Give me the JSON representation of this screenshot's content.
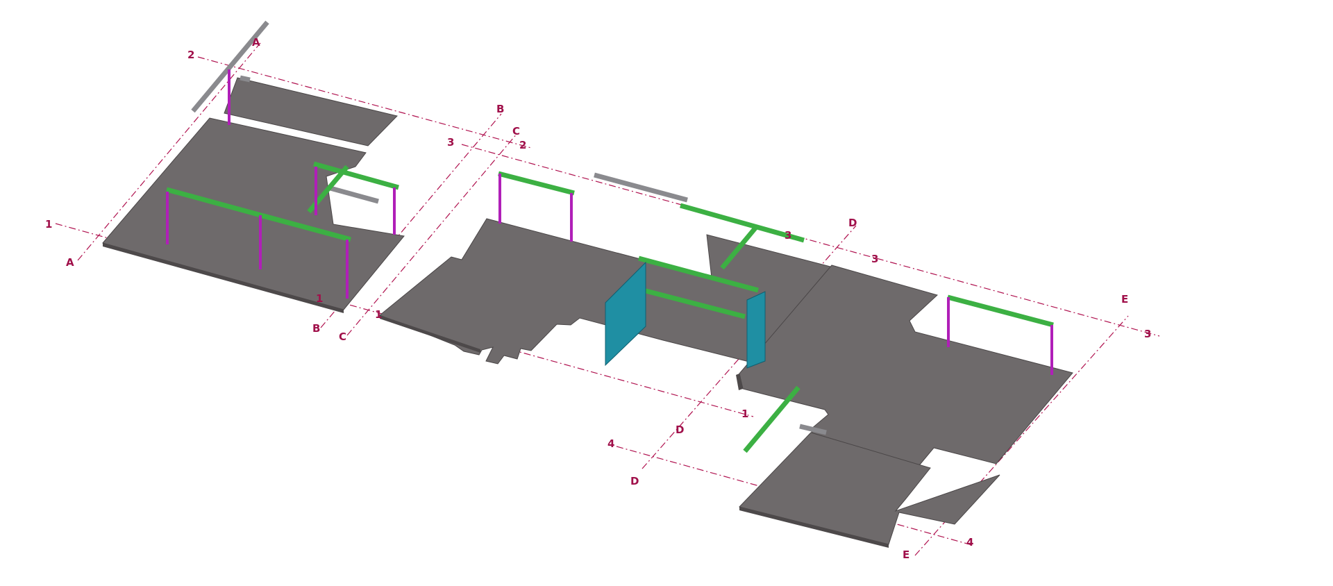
{
  "grid_labels": {
    "a_top": "A",
    "a_left": "A",
    "b_top": "B",
    "b_bottom": "B",
    "c_top": "C",
    "c_bottom": "C",
    "d_top": "D",
    "d_mid": "D",
    "d_bottom": "D",
    "e_top": "E",
    "e_bottom": "E",
    "one_left": "1",
    "one_mid_a": "1",
    "one_mid_b": "1",
    "one_right": "1",
    "two_left": "2",
    "two_right": "2",
    "three_left": "3",
    "three_mid_a": "3",
    "three_mid_b": "3",
    "three_right": "3",
    "four_left": "4",
    "four_right": "4"
  },
  "colors": {
    "slab": "#6e6a6b",
    "beam": "#3cb043",
    "column": "#b01fb8",
    "wall": "#1f8fa3",
    "grid": "#b0124f"
  }
}
